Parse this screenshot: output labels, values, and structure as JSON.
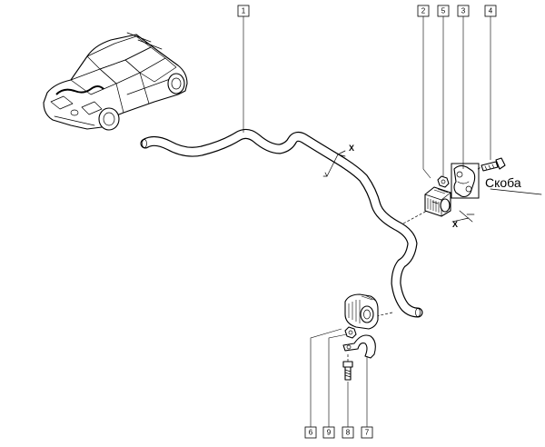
{
  "diagram": {
    "part_labels": {
      "p1": "1",
      "p2": "2",
      "p3": "3",
      "p4": "4",
      "p5": "5",
      "p6": "6",
      "p7": "7",
      "p8": "8",
      "p9": "9"
    },
    "annotation_bracket": "Скоба",
    "section_marker_top": "X",
    "section_marker_right": "X"
  }
}
